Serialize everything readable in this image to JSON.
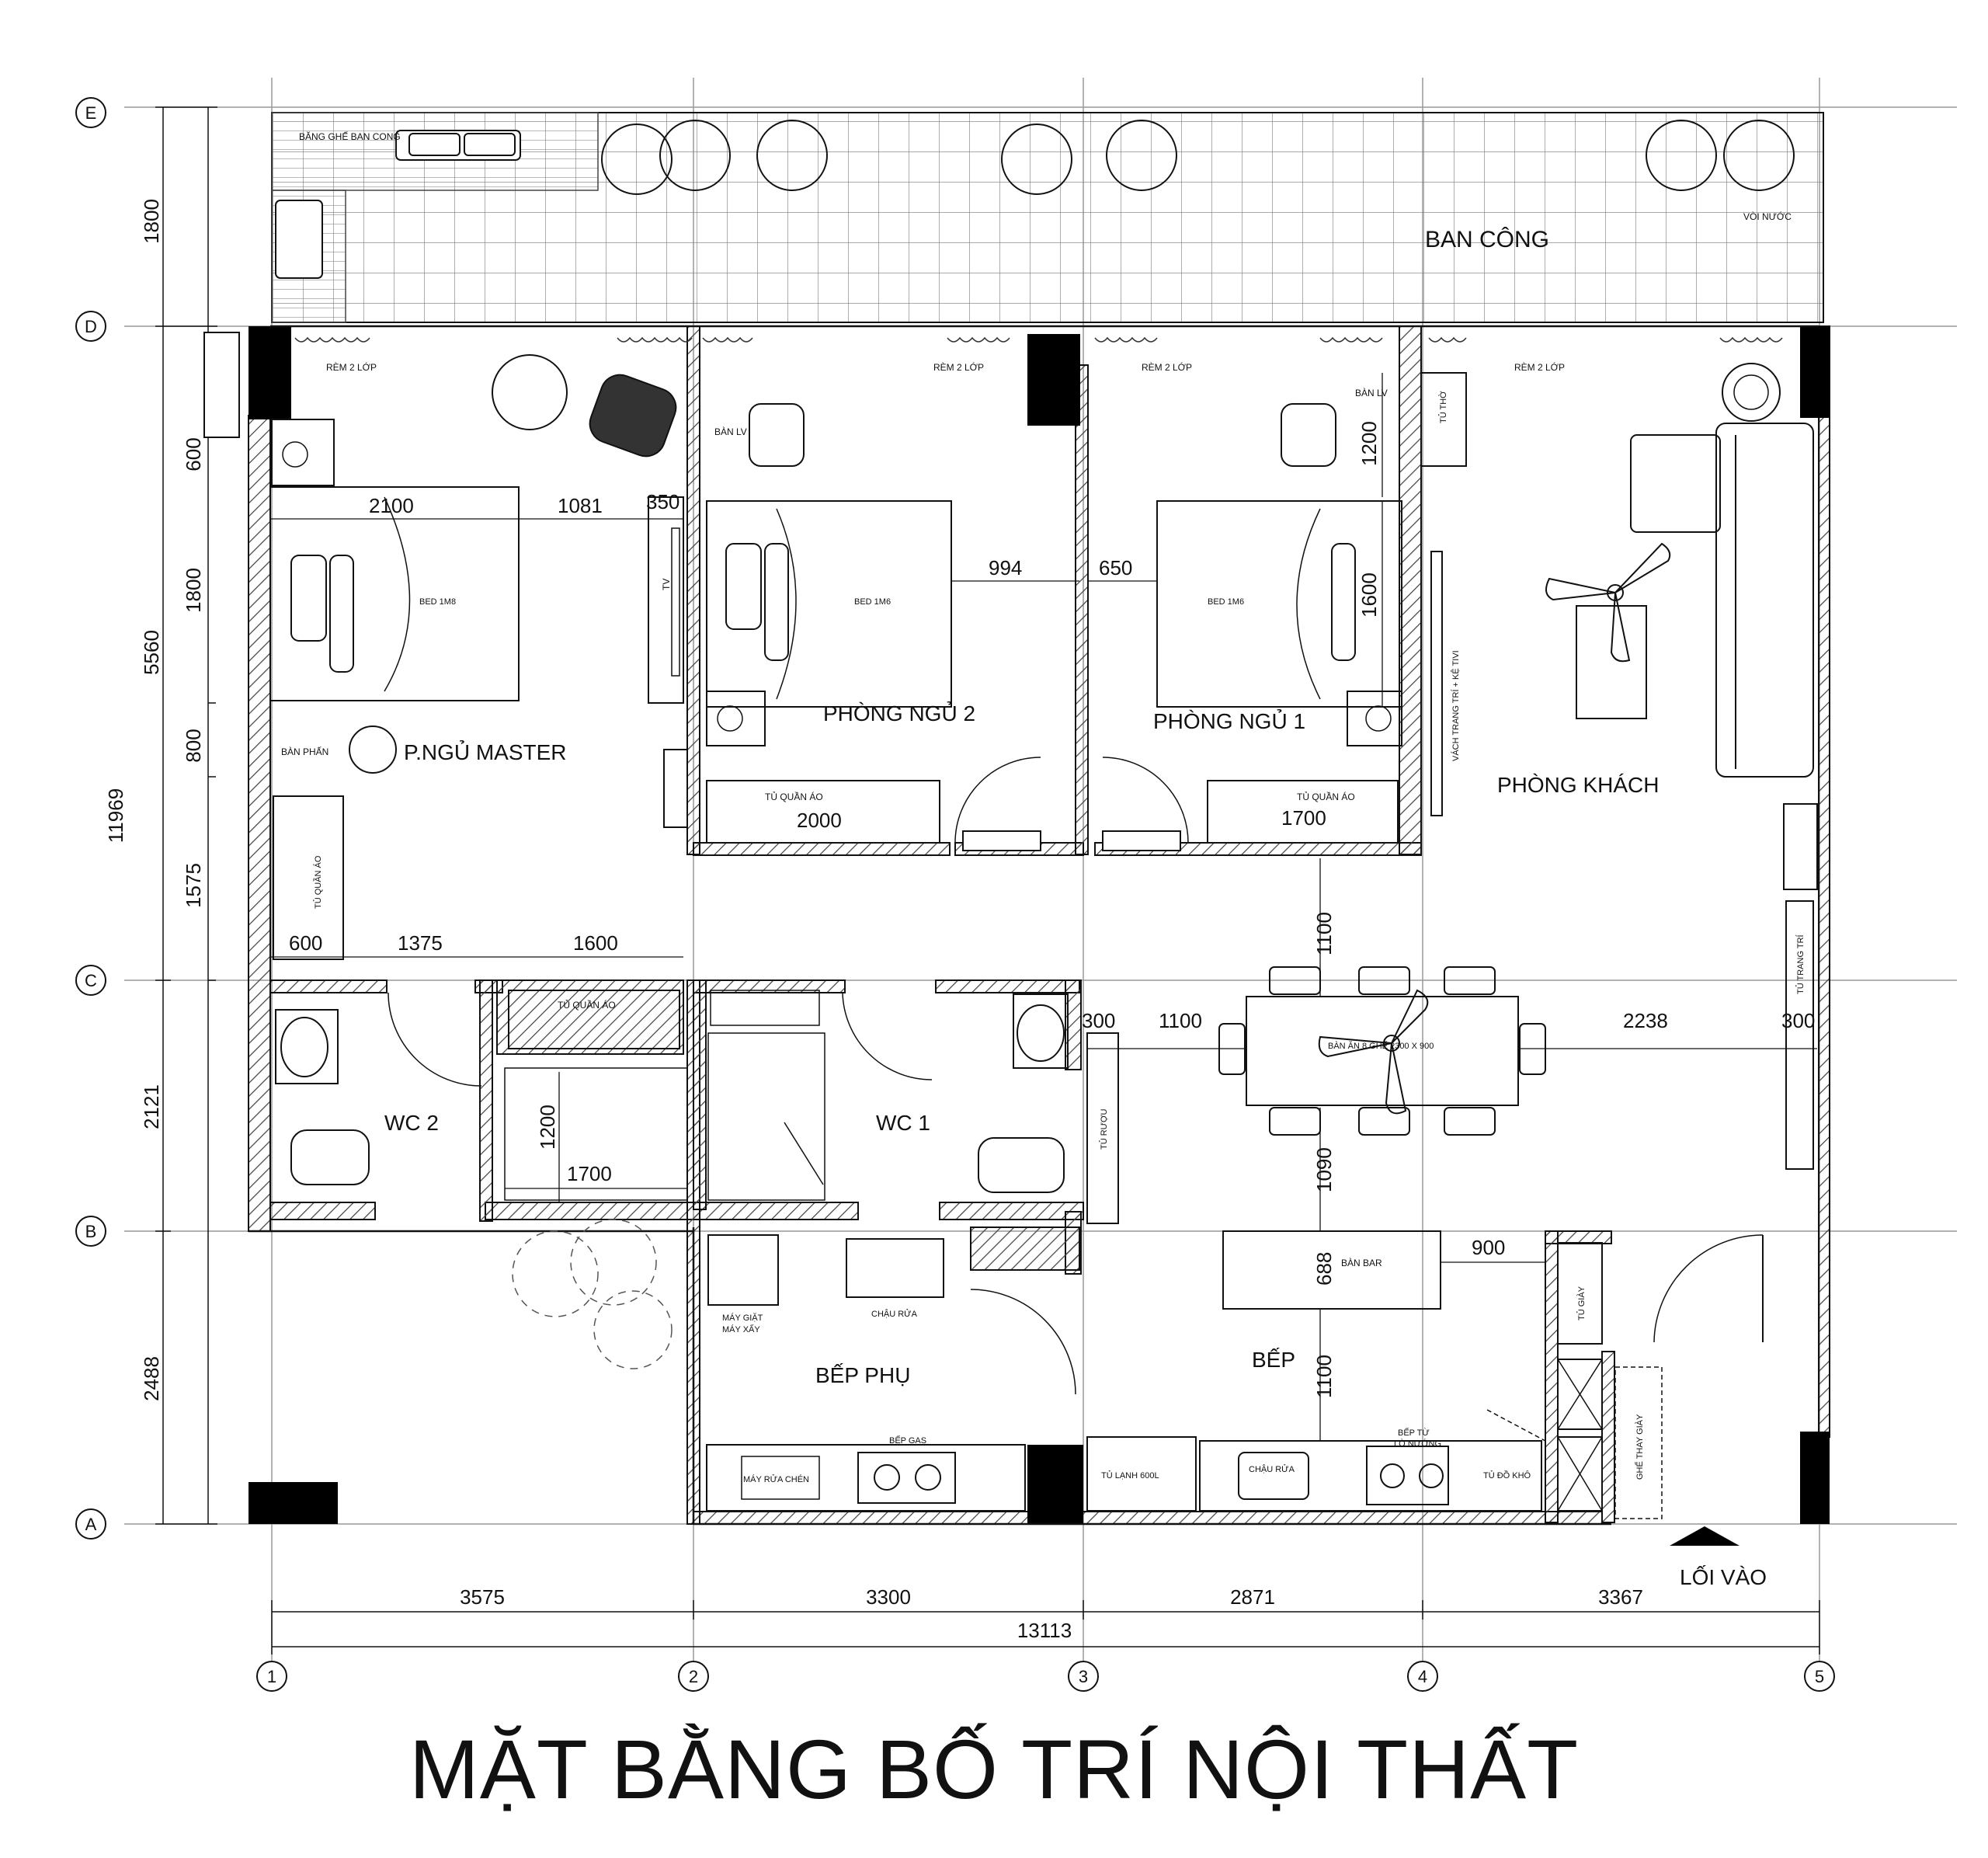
{
  "title": "MẶT BẰNG BỐ TRÍ NỘI THẤT",
  "grid_rows": [
    "E",
    "D",
    "C",
    "B",
    "A"
  ],
  "grid_cols": [
    "1",
    "2",
    "3",
    "4",
    "5"
  ],
  "rooms": {
    "balcony": "BAN CÔNG",
    "master": "P.NGỦ MASTER",
    "bed2": "PHÒNG NGỦ 2",
    "bed1": "PHÒNG NGỦ 1",
    "living": "PHÒNG KHÁCH",
    "wc2": "WC 2",
    "wc1": "WC 1",
    "utility_kitchen": "BẾP PHỤ",
    "kitchen": "BẾP"
  },
  "labels": {
    "balcony_bench": "BĂNG GHẾ BAN CONG",
    "faucet": "VÒI NƯỚC",
    "curtain": "RÈM 2 LỚP",
    "desk": "BÀN LV",
    "altar_cabinet": "TỦ THỜ",
    "bed": "BED 1M6",
    "bed_master": "BED 1M8",
    "tv": "TV",
    "vanity": "BÀN PHẤN",
    "wardrobe": "TỦ QUẦN ÁO",
    "tv_partition": "VÁCH TRANG TRÍ + KỆ TIVI",
    "deco_cabinet": "TỦ TRANG TRÍ",
    "wine_cabinet": "TỦ RƯỢU",
    "dining_table": "BÀN ĂN 8 GHẾ 2300 X 900",
    "bar_table": "BÀN BAR",
    "shoe_cabinet": "TỦ GIÀY",
    "shoe_bench": "GHẾ THAY GIÀY",
    "washer": "MÁY GIẶT",
    "dryer": "MÁY XẤY",
    "sink": "CHẬU RỬA",
    "gas_stove": "BẾP GAS",
    "dishwasher": "MÁY RỬA CHÉN",
    "fridge": "TỦ LẠNH 600L",
    "induction": "BẾP TỪ",
    "oven": "LÒ NƯỚNG",
    "dry_storage": "TỦ ĐỒ KHÔ",
    "entrance": "LỐI VÀO"
  },
  "dimensions": {
    "left_outer": [
      "1800",
      "5560",
      "2121",
      "2488"
    ],
    "left_total": "11969",
    "left_inner": [
      "600",
      "1800",
      "800",
      "1575"
    ],
    "bottom": [
      "3575",
      "3300",
      "2871",
      "3367"
    ],
    "bottom_total": "13113",
    "interior": {
      "master_bed_w": "2100",
      "master_gap": "1081",
      "master_tv": "350",
      "bed2_gap": "994",
      "bed1_gap": "650",
      "bed1_desk": "1200",
      "bed1_bed": "1600",
      "wardrobe2": "2000",
      "wardrobe1": "1700",
      "hall_600": "600",
      "hall_1375": "1375",
      "hall_1600": "1600",
      "bath_1200": "1200",
      "bath_1700": "1700",
      "dining_1100_v": "1100",
      "dining_300_l": "300",
      "dining_1100_h": "1100",
      "dining_2238": "2238",
      "dining_300_r": "300",
      "dining_1090": "1090",
      "bar_688": "688",
      "bar_900": "900",
      "kitchen_1100": "1100"
    }
  },
  "colors": {
    "line": "#111111",
    "column": "#000000",
    "hatch": "#444444",
    "background": "#ffffff"
  }
}
